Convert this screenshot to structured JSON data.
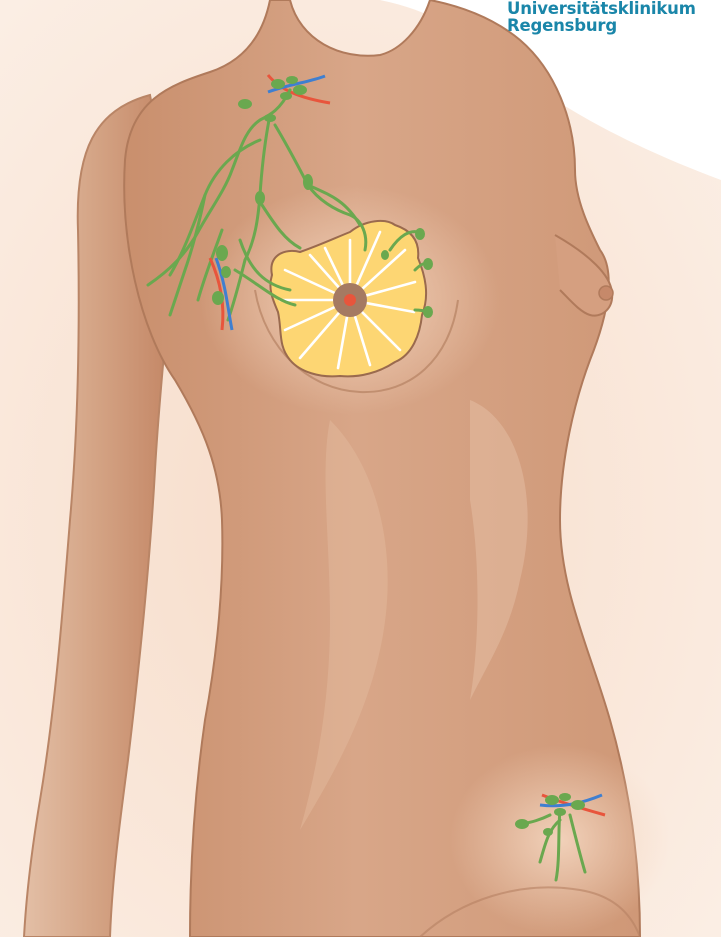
{
  "brand": {
    "line1": "Universitätsklinikum",
    "line2": "Regensburg"
  },
  "colors": {
    "background": "#f8e5d8",
    "skin": "#d6a385",
    "skin_dark": "#c48a6a",
    "breast_tissue": "#fbd36a",
    "lymph": "#6aa84f",
    "vein": "#3f7fd0",
    "artery": "#e8553c",
    "nipple": "#a47a62",
    "brand_text": "#1a86a9"
  },
  "illustration": {
    "subject": "female-torso-lymphatic-system",
    "regions": [
      "clavicular-lymph-nodes",
      "axillary-lymph-nodes",
      "breast-glandular-tissue",
      "inguinal-lymph-nodes"
    ]
  }
}
